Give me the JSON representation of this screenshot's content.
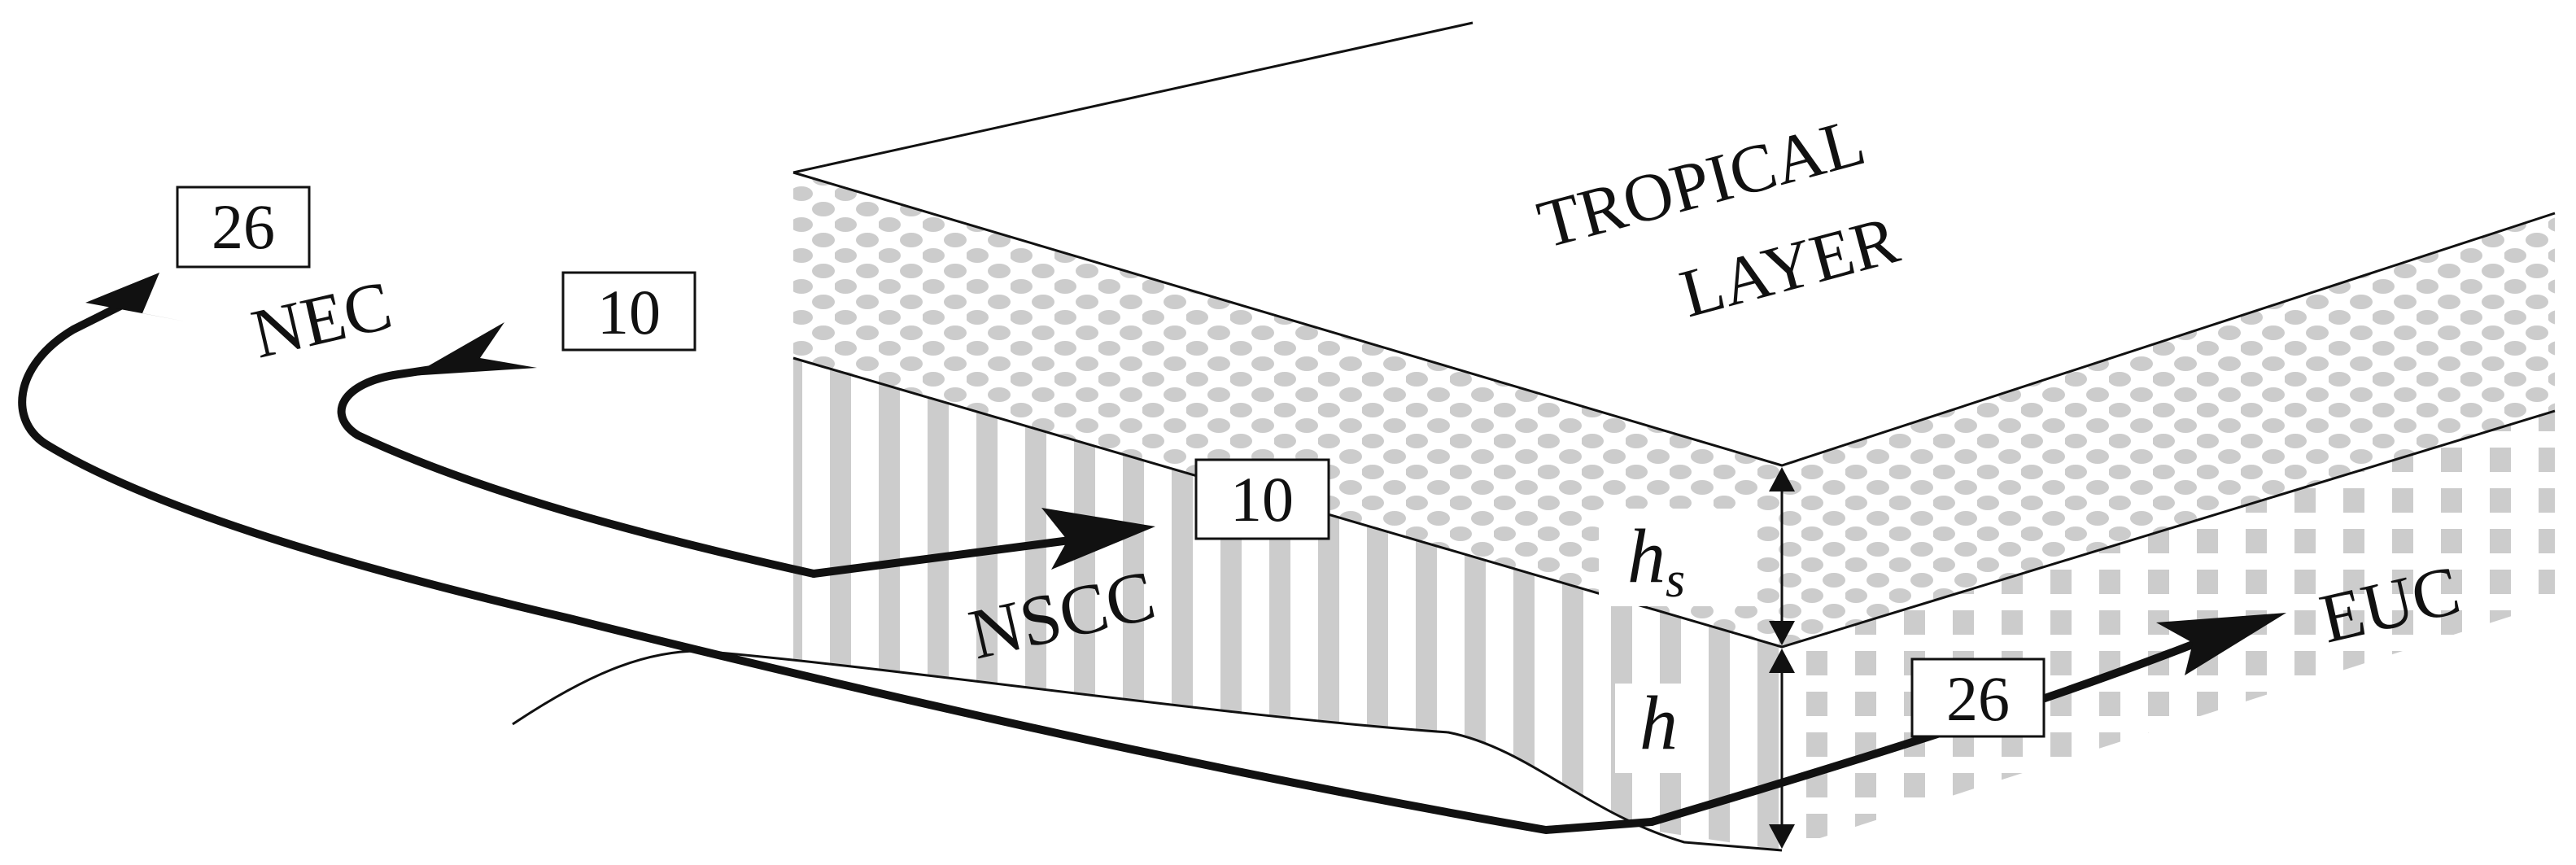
{
  "labels": {
    "tropical_line1": "TROPICAL",
    "tropical_line2": "LAYER",
    "nec": "NEC",
    "nscc": "NSCC",
    "euc": "EUC",
    "hs_main": "h",
    "hs_sub": "s",
    "h": "h"
  },
  "boxes": {
    "nec_value": "26",
    "nscc_source_value": "10",
    "nscc_value": "10",
    "euc_value": "26"
  },
  "colors": {
    "ink": "#111111",
    "pattern_gray": "#cccccc",
    "background": "#ffffff"
  }
}
